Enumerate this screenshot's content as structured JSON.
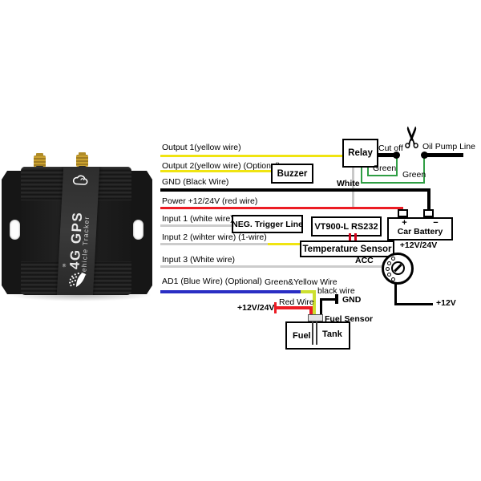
{
  "device": {
    "title": "4G GPS",
    "subtitle": "Vehicle Tracker",
    "registered_mark": "®"
  },
  "wire_rows": [
    {
      "label": "Output 1(yellow wire)",
      "color": "#f0e411"
    },
    {
      "label": "Output 2(yellow wire) (Optional)",
      "color": "#f0e411"
    },
    {
      "label": "GND (Black Wire)",
      "color": "#000000"
    },
    {
      "label": "Power +12/24V (red wire)",
      "color": "#ec1c24"
    },
    {
      "label": "Input 1 (white wire)",
      "color": "#cccccc"
    },
    {
      "label": "Input 2 (wihter wire) (1-wire)",
      "color": "#cccccc"
    },
    {
      "label": "Input 3 (White wire)",
      "color": "#cccccc"
    },
    {
      "label": "AD1 (Blue Wire) (Optional)",
      "color": "#2a2ec4"
    }
  ],
  "components": {
    "relay": "Relay",
    "buzzer": "Buzzer",
    "neg_trigger": "NEG. Trigger Line",
    "vt900": "VT900-L RS232",
    "temp_sensor": "Temperature Sensor",
    "car_battery": "Car Battery",
    "battery_plus": "+",
    "battery_minus": "−",
    "battery_voltage": "+12V/24V",
    "fuel": "Fuel",
    "tank": "Tank"
  },
  "annotations": {
    "cut_off": "Cut off",
    "oil_pump_line": "Oil Pump Line",
    "green_1": "Green",
    "green_2": "Green",
    "white": "White",
    "acc": "ACC",
    "ignition_voltage": "+12V",
    "green_yellow_wire": "Green&Yellow Wire",
    "black_wire": "black wire",
    "gnd": "GND",
    "red_wire": "Red Wire",
    "fuel_supply_voltage": "+12V/24V",
    "fuel_sensor": "Fuel Sensor"
  },
  "colors": {
    "yellow_wire": "#f0e411",
    "red_wire": "#ec1c24",
    "black_wire": "#000000",
    "white_wire": "#cccccc",
    "blue_wire": "#2a2ec4",
    "green_wire": "#2f9e44",
    "green_yellow_wire": "#cde030",
    "antenna_gold": "#d4a017"
  }
}
